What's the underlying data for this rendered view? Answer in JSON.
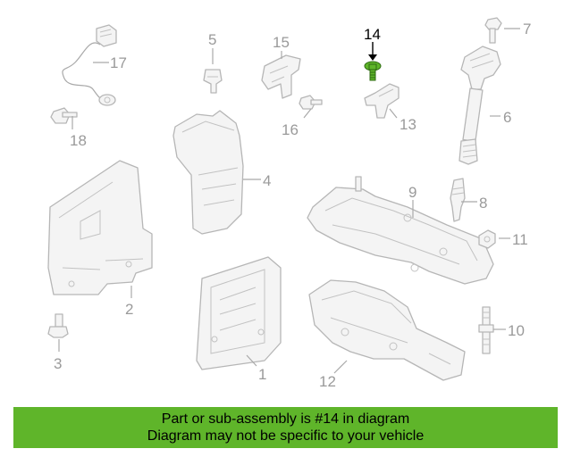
{
  "highlighted_part": "14",
  "callouts": [
    {
      "id": "c1",
      "label": "1"
    },
    {
      "id": "c2",
      "label": "2"
    },
    {
      "id": "c3",
      "label": "3"
    },
    {
      "id": "c4",
      "label": "4"
    },
    {
      "id": "c5",
      "label": "5"
    },
    {
      "id": "c6",
      "label": "6"
    },
    {
      "id": "c7",
      "label": "7"
    },
    {
      "id": "c8",
      "label": "8"
    },
    {
      "id": "c9",
      "label": "9"
    },
    {
      "id": "c10",
      "label": "10"
    },
    {
      "id": "c11",
      "label": "11"
    },
    {
      "id": "c12",
      "label": "12"
    },
    {
      "id": "c13",
      "label": "13"
    },
    {
      "id": "c14",
      "label": "14"
    },
    {
      "id": "c15",
      "label": "15"
    },
    {
      "id": "c16",
      "label": "16"
    },
    {
      "id": "c17",
      "label": "17"
    },
    {
      "id": "c18",
      "label": "18"
    }
  ],
  "banner": {
    "line1": "Part or sub-assembly is #14 in diagram",
    "line2": "Diagram may not be specific to your vehicle",
    "color": "#5fb52a"
  },
  "colors": {
    "highlight": "#5fb52a",
    "outline": "#b6b6b6",
    "label": "#9a9a9a"
  }
}
